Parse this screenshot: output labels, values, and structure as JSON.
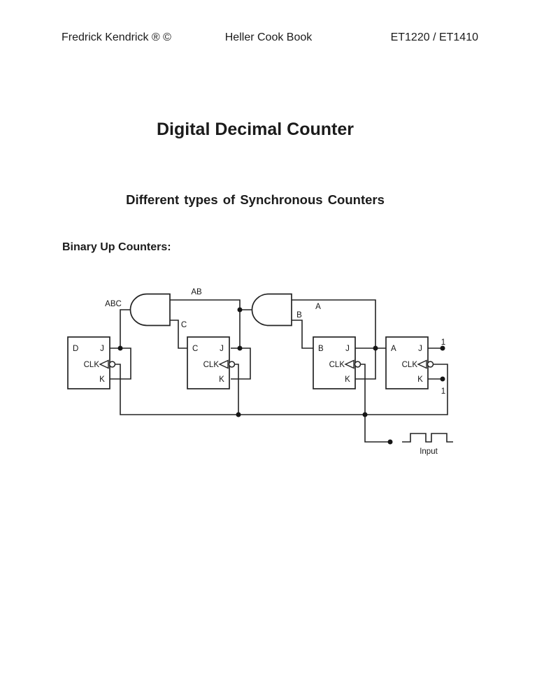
{
  "header": {
    "author": "Fredrick Kendrick ® ©",
    "book": "Heller Cook Book",
    "course": "ET1220 / ET1410"
  },
  "title": "Digital Decimal Counter",
  "subtitle": "Different types of Synchronous Counters",
  "section": {
    "heading": "Binary Up Counters:"
  },
  "circuit": {
    "kind": "4-bit synchronous binary up counter built from J-K flip-flops and AND gates",
    "flip_flops": [
      {
        "name": "D",
        "j": "J",
        "clk": "CLK",
        "k": "K"
      },
      {
        "name": "C",
        "j": "J",
        "clk": "CLK",
        "k": "K"
      },
      {
        "name": "B",
        "j": "J",
        "clk": "CLK",
        "k": "K"
      },
      {
        "name": "A",
        "j": "J",
        "clk": "CLK",
        "k": "K"
      }
    ],
    "labels": {
      "abc": "ABC",
      "ab": "AB",
      "c": "C",
      "a": "A",
      "b": "B",
      "one_j": "1",
      "one_k": "1",
      "input": "Input"
    },
    "colors": {
      "ink": "#1b1b1b",
      "background": "#ffffff"
    }
  }
}
